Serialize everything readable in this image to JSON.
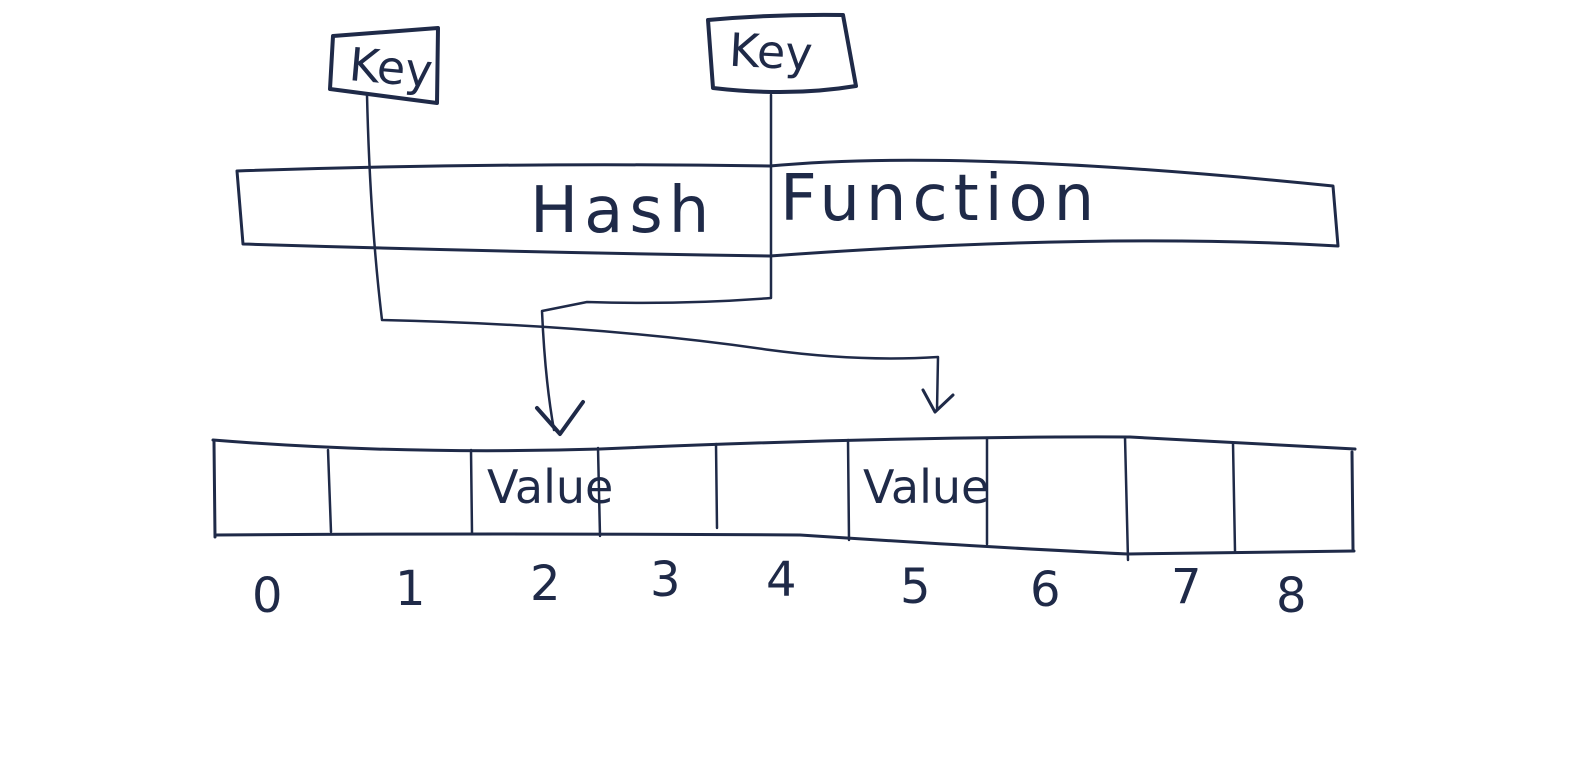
{
  "diagram": {
    "keys": [
      {
        "label": "Key"
      },
      {
        "label": "Key"
      }
    ],
    "hash_function": {
      "label_part1": "Hash",
      "label_part2": "Function"
    },
    "array": {
      "indices": [
        "0",
        "1",
        "2",
        "3",
        "4",
        "5",
        "6",
        "7",
        "8"
      ],
      "cells": [
        "",
        "",
        "Value",
        "",
        "",
        "Value",
        "",
        "",
        ""
      ]
    }
  }
}
